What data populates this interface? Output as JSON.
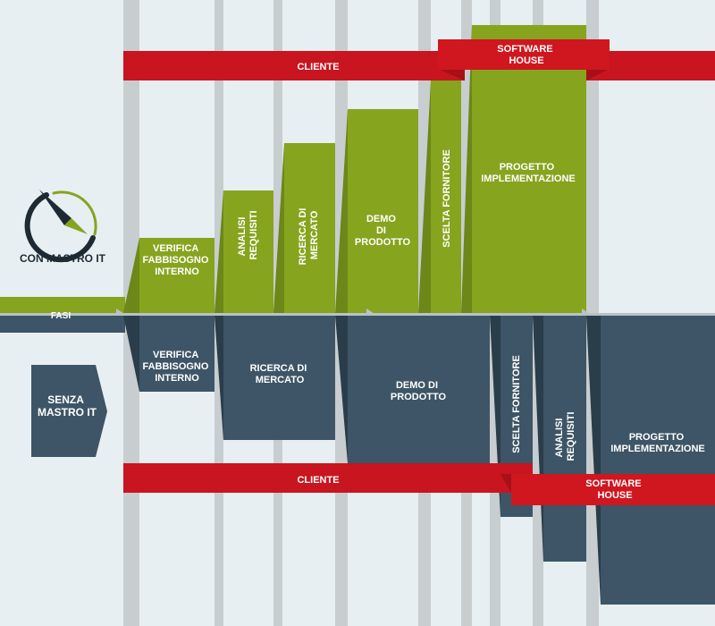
{
  "logo": {
    "label": "CON MASTRO IT"
  },
  "axis": {
    "label": "FASI"
  },
  "without_label": [
    "SENZA",
    "MASTRO IT"
  ],
  "with_mastro": {
    "cliente_label": "CLIENTE",
    "software_house_label": [
      "SOFTWARE",
      "HOUSE"
    ],
    "steps": [
      {
        "lines": [
          "VERIFICA",
          "FABBISOGNO",
          "INTERNO"
        ]
      },
      {
        "lines": [
          "ANALISI",
          "REQUISITI"
        ],
        "rotated": true
      },
      {
        "lines": [
          "RICERCA DI",
          "MERCATO"
        ],
        "rotated": true
      },
      {
        "lines": [
          "DEMO",
          "DI",
          "PRODOTTO"
        ]
      },
      {
        "lines": [
          "SCELTA FORNITORE"
        ],
        "rotated": true
      },
      {
        "lines": [
          "PROGETTO",
          "IMPLEMENTAZIONE"
        ]
      }
    ]
  },
  "without_mastro": {
    "cliente_label": "CLIENTE",
    "software_house_label": [
      "SOFTWARE",
      "HOUSE"
    ],
    "steps": [
      {
        "lines": [
          "VERIFICA",
          "FABBISOGNO",
          "INTERNO"
        ]
      },
      {
        "lines": [
          "RICERCA DI",
          "MERCATO"
        ]
      },
      {
        "lines": [
          "DEMO DI",
          "PRODOTTO"
        ]
      },
      {
        "lines": [
          "SCELTA FORNITORE"
        ],
        "rotated": true
      },
      {
        "lines": [
          "ANALISI",
          "REQUISITI"
        ],
        "rotated": true
      },
      {
        "lines": [
          "PROGETTO",
          "IMPLEMENTAZIONE"
        ]
      }
    ]
  },
  "colors": {
    "background": "#e8eff2",
    "column": "#c8cdd0",
    "green": "#87a41e",
    "green_side": "#6d8718",
    "slate": "#3d5566",
    "slate_side": "#2a3d4a",
    "red": "#c8151f",
    "red_dark": "#a51019",
    "axis": "#b9c2c7"
  }
}
